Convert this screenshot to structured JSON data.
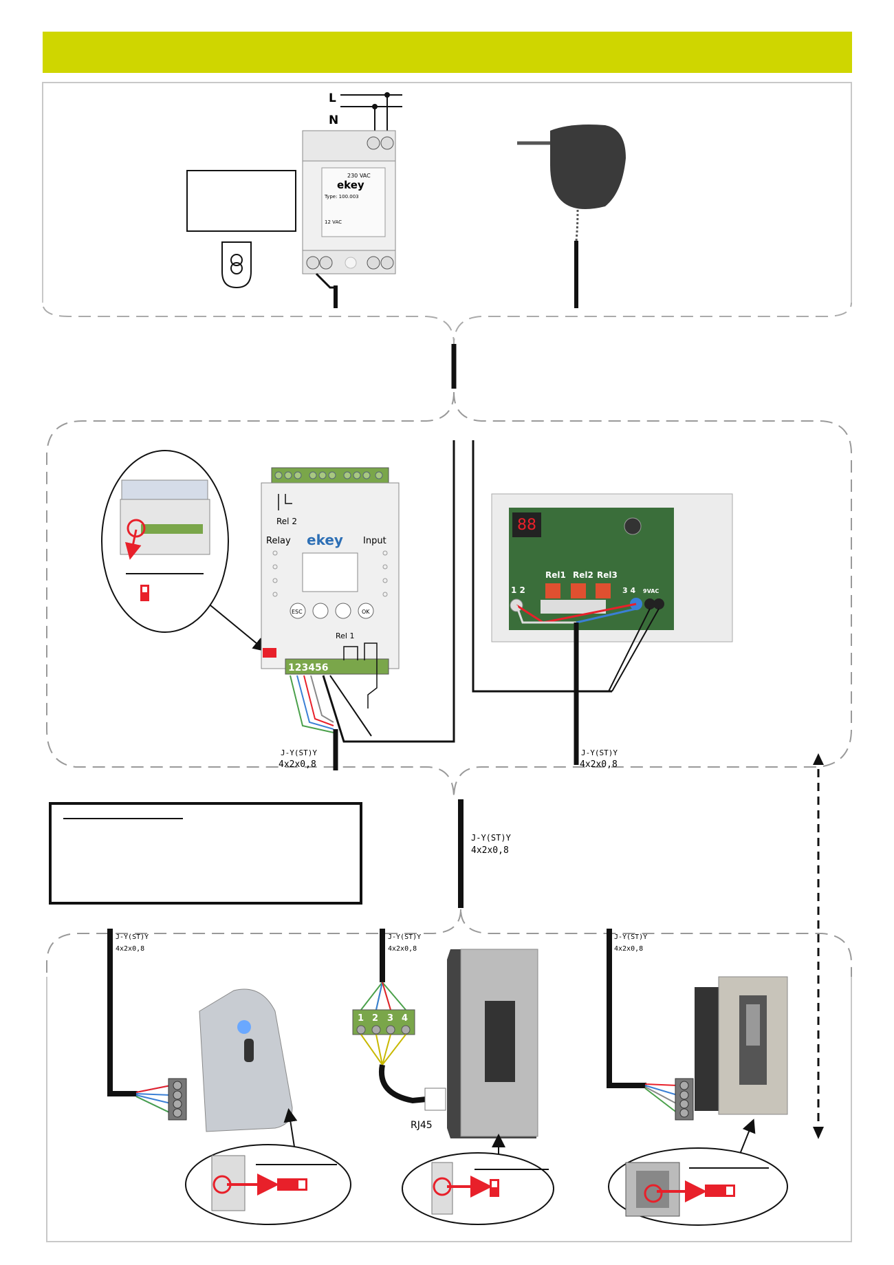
{
  "colors": {
    "header": "#cfd600",
    "marker": "#e8202a",
    "terminal_green": "#7aa64a",
    "wire_blue": "#3a7fd5",
    "wire_green": "#4aa04a",
    "dashed": "#999999"
  },
  "supply": {
    "mains_L": "L",
    "mains_N": "N",
    "psu_voltage": "230 VAC",
    "psu_brand": "ekey",
    "psu_type": "Type: 100.003",
    "psu_out": "12 VAC"
  },
  "controller": {
    "relay_label": "Relay",
    "input_label": "Input",
    "brand": "ekey",
    "rel1": "Rel 1",
    "rel2": "Rel 2",
    "btn_esc": "ESC",
    "btn_ok": "OK",
    "terminals": "123456"
  },
  "mini_controller": {
    "term_12": "1 2",
    "rel1": "Rel1",
    "rel2": "Rel2",
    "rel3": "Rel3",
    "term_34": "3 4",
    "vac": "9VAC"
  },
  "cables": {
    "c1": "J-Y(ST)Y",
    "c1b": "4x2x0,8",
    "c2": "J-Y(ST)Y",
    "c2b": "4x2x0,8",
    "c3": "J-Y(ST)Y",
    "c3b": "4x2x0,8",
    "c4": "J-Y(ST)Y",
    "c4b": "4x2x0,8",
    "c5": "J-Y(ST)Y",
    "c5b": "4x2x0,8",
    "c6": "J-Y(ST)Y",
    "c6b": "4x2x0,8"
  },
  "sensors": {
    "rj45": "RJ45",
    "block_terms": [
      "1",
      "2",
      "3",
      "4"
    ]
  }
}
